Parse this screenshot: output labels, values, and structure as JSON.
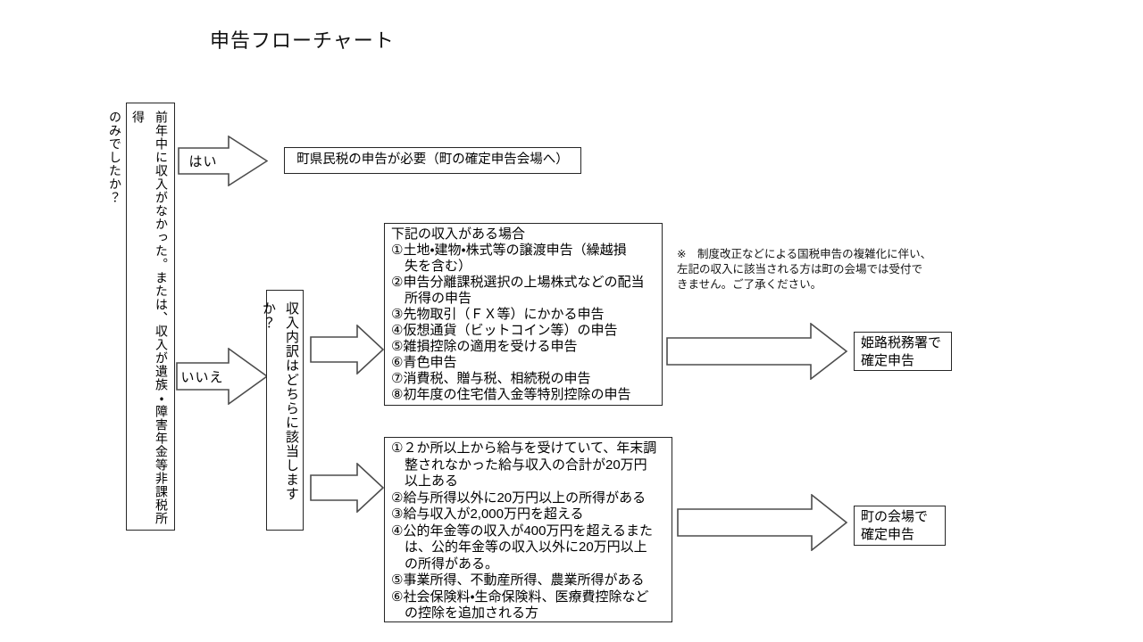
{
  "page": {
    "title": "申告フローチャート"
  },
  "flowchart": {
    "q_income_none": "前年中に収入がなかった。または、収入が遺族・障害年金等非課税所得\nのみでしたか？",
    "label_yes": "はい",
    "label_no": "いいえ",
    "result_resident_tax": "町県民税の申告が必要（町の確定申告会場へ）",
    "q_income_type": "収入内訳はどちらに該当しますか？",
    "case_national": [
      "下記の収入がある場合",
      "①土地・建物・株式等の譲渡申告（繰越損",
      "　失を含む）",
      "②申告分離課税選択の上場株式などの配当",
      "　所得の申告",
      "③先物取引（ＦＸ等）にかかる申告",
      "④仮想通貨（ビットコイン等）の申告",
      "⑤雑損控除の適用を受ける申告",
      "⑥青色申告",
      "⑦消費税、贈与税、相続税の申告",
      "⑧初年度の住宅借入金等特別控除の申告"
    ],
    "note_national": [
      "※　制度改正などによる国税申告の複雑化に伴い、",
      "左記の収入に該当される方は町の会場では受付で",
      "きません。ご了承ください。"
    ],
    "dest_national": [
      "姫路税務署で",
      "確定申告"
    ],
    "case_local": [
      "①２か所以上から給与を受けていて、年末調",
      "　整されなかった給与収入の合計が20万円",
      "　以上ある",
      "②給与所得以外に20万円以上の所得がある",
      "③給与収入が2,000万円を超える",
      "④公的年金等の収入が400万円を超えるまた",
      "　は、公的年金等の収入以外に20万円以上",
      "　の所得がある。",
      "⑤事業所得、不動産所得、農業所得がある",
      "⑥社会保険料・生命保険料、医療費控除など",
      "　の控除を追加される方"
    ],
    "dest_local": [
      "町の会場で",
      "確定申告"
    ]
  },
  "colors": {
    "background": "#ffffff",
    "box_border": "#262626",
    "arrow_outline": "#4d4d4d",
    "text": "#000000"
  }
}
